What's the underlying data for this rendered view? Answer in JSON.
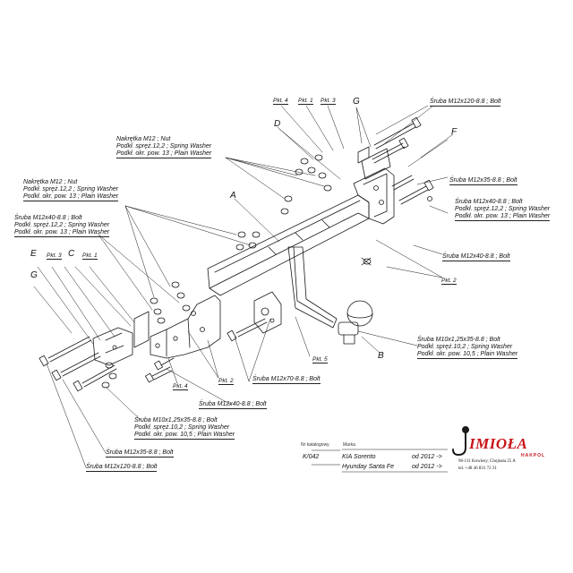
{
  "letters": {
    "A": "A",
    "B": "B",
    "C": "C",
    "D": "D",
    "E": "E",
    "F": "F",
    "G": "G",
    "G2": "G"
  },
  "pkt": {
    "p4_top": "Pkt. 4",
    "p1_top": "Pkt. 1",
    "p3_top": "Pkt. 3",
    "p3_left": "Pkt. 3",
    "p1_left": "Pkt. 1",
    "p5": "Pkt. 5",
    "p2_right": "Pkt. 2",
    "p2_bottom": "Pkt. 2",
    "p4_bottom": "Pkt. 4"
  },
  "callouts": {
    "bolt_m12x120_top": "Śruba M12x120-8.8 ; Bolt",
    "bolt_m12x35_right": "Śruba M12x35-8.8 ; Bolt",
    "bolt_m12x40_right": [
      "Śruba M12x40-8.8 ;  Bolt",
      "Podkł. spręż.12,2 ; Spring Washer",
      "Podkł. okr. pow. 13 ; Plain Washer"
    ],
    "bolt_m12x40_right2": "Śruba M12x40-8.8 ;  Bolt",
    "nut_top": [
      "Nakrętka  M12 ; Nut",
      "Podkł. spręż.12,2 ; Spring Washer",
      "Podkł. okr. pow. 13 ; Plain Washer"
    ],
    "nut_left": [
      "Nakrętka  M12 ; Nut",
      "Podkł. spręż.12,2 ; Spring Washer",
      "Podkł. okr. pow. 13 ; Plain Washer"
    ],
    "bolt_m12x40_left": [
      "Śruba M12x40-8.8 ;  Bolt",
      "Podkł. spręż.12,2 ; Spring Washer",
      "Podkł. okr. pow. 13 ; Plain Washer"
    ],
    "bolt_m10x125_right": [
      "Śruba M10x1,25x35-8.8 ;  Bolt",
      "Podkł. spręż.10,2 ; Spring Washer",
      "Podkł. okr. pow. 10,5 ; Plain Washer"
    ],
    "bolt_m12x70": "Śruba M12x70-8.8 ;  Bolt",
    "bolt_m12x40_bottom": "Śruba M12x40-8.8 ;  Bolt",
    "bolt_m10x125_bottom": [
      "Śruba M10x1,25x35-8.8 ;  Bolt",
      "Podkł. spręż.10,2 ; Spring Washer",
      "Podkł. okr. pow. 10,5 ; Plain Washer"
    ],
    "bolt_m12x35_bottom": "Śruba M12x35-8.8 ;  Bolt",
    "bolt_m12x120_bottom": "Śruba M12x120-8.8 ;  Bolt"
  },
  "footer": {
    "catalog_label": "Nr katalogowy",
    "catalog_number": "K/042",
    "make_label": "Marka",
    "vehicles": [
      {
        "name": "KIA Sorento",
        "years": "od  2012 ->"
      },
      {
        "name": "Hyunday Santa Fe",
        "years": "od  2012 ->"
      }
    ],
    "brand": "IMIOŁA",
    "brand_sub": "HAKPOL",
    "address": [
      "96-111 Kowiesy, Chojnata 25 A",
      "tel. +48 46 831 72 31"
    ]
  },
  "colors": {
    "brand_red": "#c8151b",
    "line": "#1a1a1a"
  }
}
